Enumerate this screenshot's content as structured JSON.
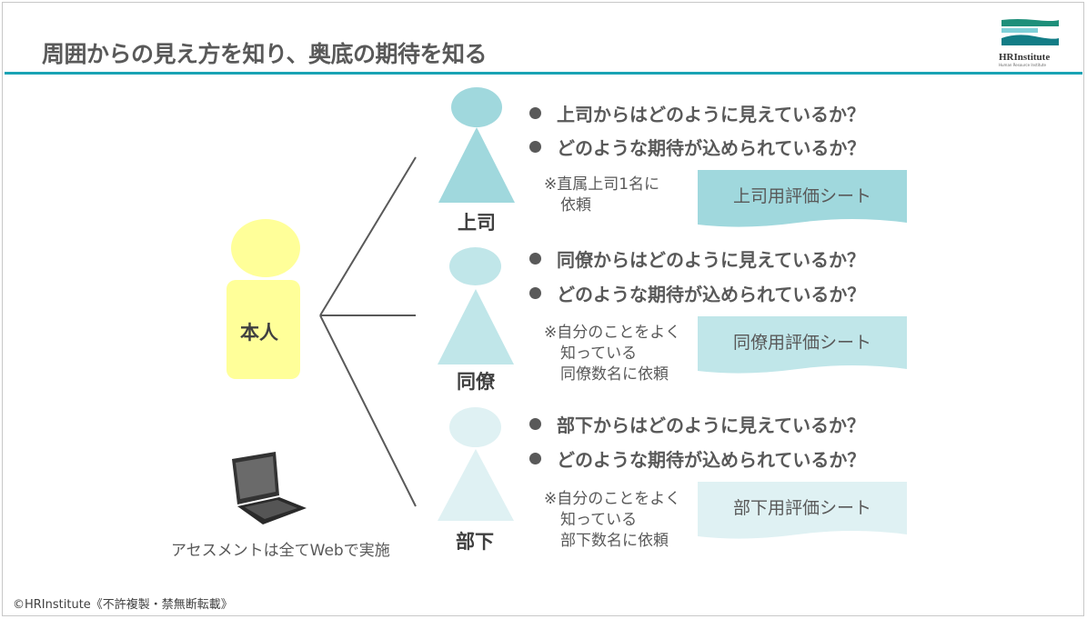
{
  "title": "周囲からの見え方を知り、奥底の期待を知る",
  "logo": {
    "name": "HRInstitute",
    "sub": "Human Resource Institute"
  },
  "self": {
    "label": "本人",
    "color": "#ffff99"
  },
  "groups": [
    {
      "label": "上司",
      "color": "#a0d8dd",
      "q1": "上司からはどのように見えているか？",
      "q2": "どのような期待が込められているか？",
      "note": [
        "※直属上司1名に",
        "依頼"
      ],
      "sheet": "上司用評価シート"
    },
    {
      "label": "同僚",
      "color": "#c0e6e9",
      "q1": "同僚からはどのように見えているか？",
      "q2": "どのような期待が込められているか？",
      "note": [
        "※自分のことをよく",
        "知っている",
        "同僚数名に依頼"
      ],
      "sheet": "同僚用評価シート"
    },
    {
      "label": "部下",
      "color": "#dff1f3",
      "q1": "部下からはどのように見えているか？",
      "q2": "どのような期待が込められているか？",
      "note": [
        "※自分のことをよく",
        "知っている",
        "部下数名に依頼"
      ],
      "sheet": "部下用評価シート"
    }
  ],
  "laptop_caption": "アセスメントは全てWebで実施",
  "copyright": "©HRInstitute《不許複製・禁無断転載》"
}
